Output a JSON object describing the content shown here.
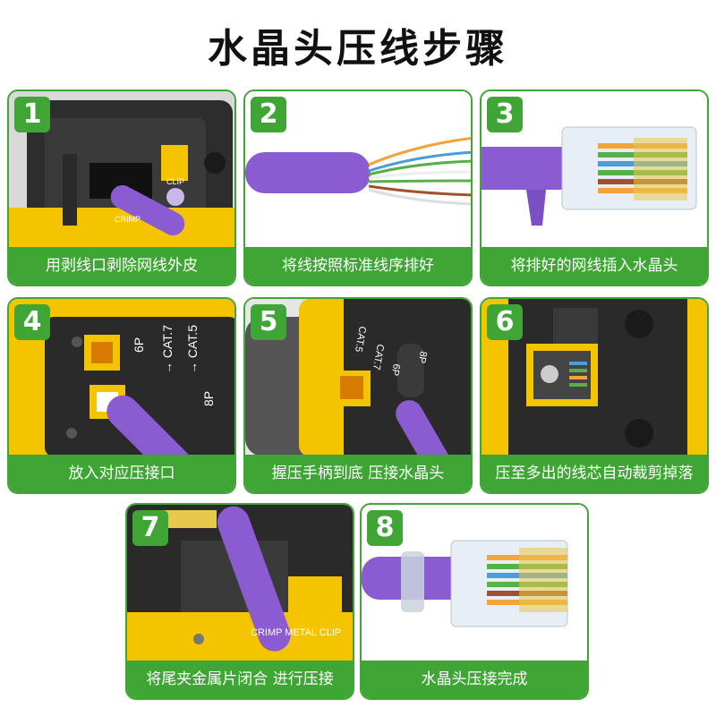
{
  "title": "水晶头压线步骤",
  "steps": [
    {
      "number": "1",
      "caption": "用剥线口剥除网线外皮"
    },
    {
      "number": "2",
      "caption": "将线按照标准线序排好"
    },
    {
      "number": "3",
      "caption": "将排好的网线插入水晶头"
    },
    {
      "number": "4",
      "caption": "放入对应压接口"
    },
    {
      "number": "5",
      "caption": "握压手柄到底 压接水晶头"
    },
    {
      "number": "6",
      "caption": "压至多出的线芯自动裁剪掉落"
    },
    {
      "number": "7",
      "caption": "将尾夹金属片闭合 进行压接"
    },
    {
      "number": "8",
      "caption": "水晶头压接完成"
    }
  ],
  "tool_labels": {
    "crimp": "CRIMP",
    "clip": "CLIP",
    "six_p": "6P",
    "cat7": "→ CAT.7",
    "cat5": "→ CAT.5",
    "eight_p": "8P",
    "cat5_rot": "CAT.5",
    "cat7_rot": "CAT.7",
    "six_p_rot": "6P",
    "eight_p_rot": "8P",
    "crimp_metal_clip": "CRIMP METAL CLIP"
  },
  "colors": {
    "accent_green": "#3fa535",
    "cable_purple": "#8a5bd1",
    "tool_yellow": "#f5c400",
    "tool_black": "#2a2a2a"
  }
}
